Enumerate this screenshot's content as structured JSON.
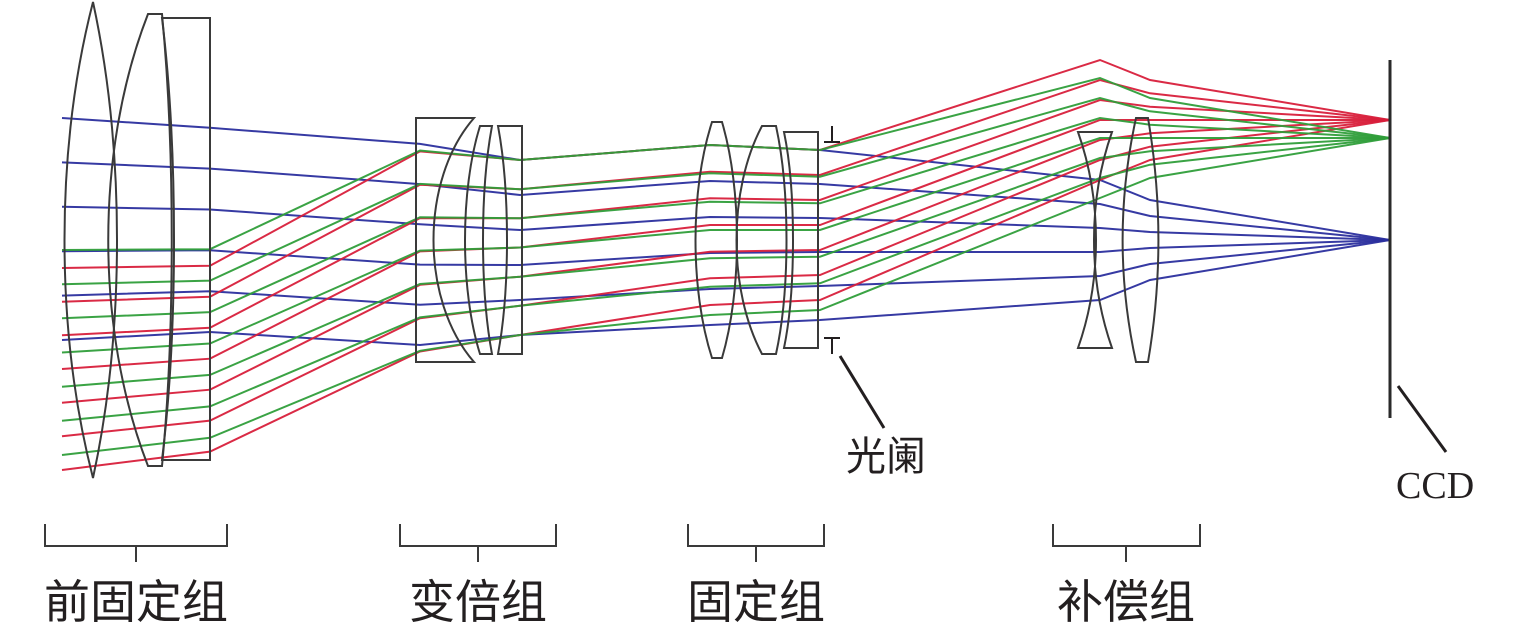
{
  "labels": {
    "front_fixed_group": "前固定组",
    "zoom_group": "变倍组",
    "fixed_group": "固定组",
    "compensation_group": "补偿组",
    "aperture": "光阑",
    "ccd": "CCD"
  },
  "colors": {
    "lens_outline": "#3a3a3a",
    "text": "#231f20",
    "ray_blue": "#2b2f9e",
    "ray_red": "#d81f3b",
    "ray_green": "#2f9e3a"
  },
  "rays": {
    "blue_count": 6,
    "red_count": 7,
    "green_count": 7
  }
}
